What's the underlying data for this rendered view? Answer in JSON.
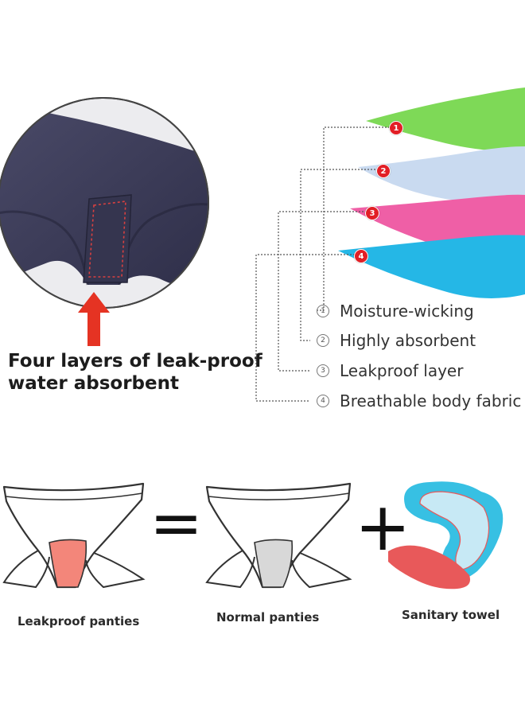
{
  "headline": {
    "line1": "Four layers of leak-proof",
    "line2": "water absorbent"
  },
  "layers": [
    {
      "number": "1",
      "circled": "①",
      "label": "Moisture-wicking",
      "color": "#7ed957"
    },
    {
      "number": "2",
      "circled": "②",
      "label": "Highly absorbent",
      "color": "#c9daf0"
    },
    {
      "number": "3",
      "circled": "③",
      "label": "Leakproof layer",
      "color": "#ef5fa6"
    },
    {
      "number": "4",
      "circled": "④",
      "label": "Breathable body fabric",
      "color": "#25b7e6"
    }
  ],
  "equation": {
    "equals_symbol": "=",
    "plus_symbol": "+",
    "captions": {
      "leakproof": "Leakproof panties",
      "normal": "Normal panties",
      "towel": "Sanitary towel"
    }
  },
  "colors": {
    "fabric_navy": "#3a3a56",
    "stitch_red": "#d94040",
    "arrow_red": "#e53323",
    "gusset_pink": "#f3867a",
    "gusset_grey": "#d8d8d8",
    "towel_blue": "#37c0e3",
    "towel_red": "#e8595a"
  }
}
